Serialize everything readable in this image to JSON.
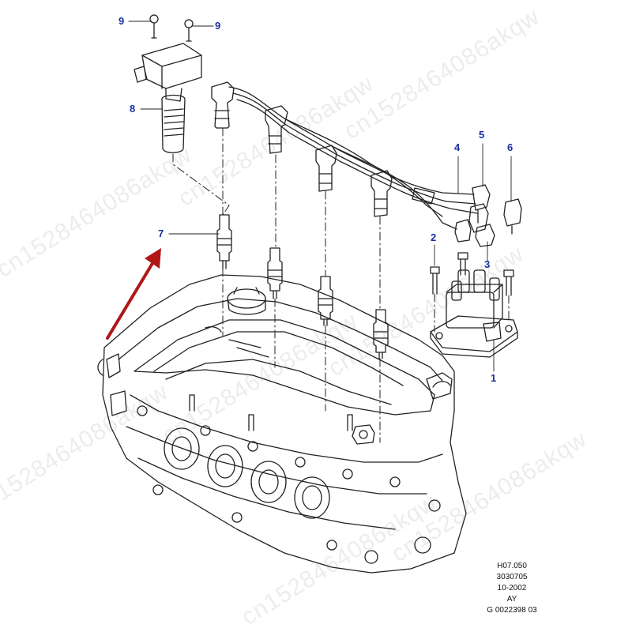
{
  "callouts": {
    "c1": "1",
    "c2": "2",
    "c3": "3",
    "c4": "4",
    "c5": "5",
    "c6": "6",
    "c7": "7",
    "c8": "8",
    "c9a": "9",
    "c9b": "9"
  },
  "reference": {
    "line1": "H07.050",
    "line2": "3030705",
    "line3": "10-2002",
    "line4": "AY",
    "line5": "G 0022398 03"
  },
  "watermark": {
    "text": "cn1528464086akqw"
  },
  "colors": {
    "callout": "#1a2fa0",
    "arrow": "#b01818",
    "line": "#222222"
  }
}
